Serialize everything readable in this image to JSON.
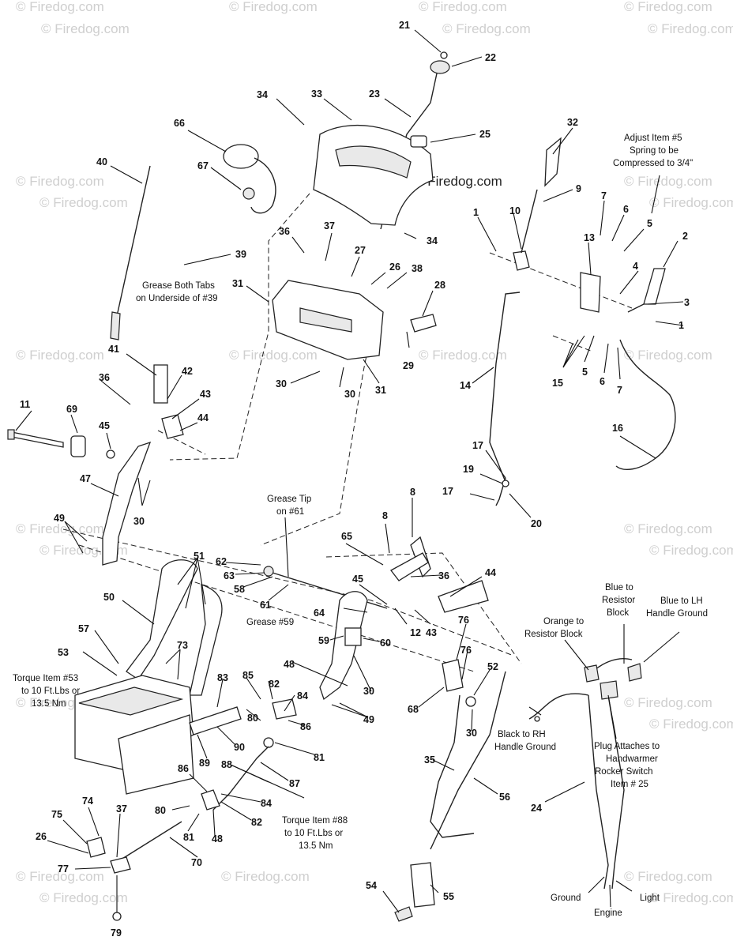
{
  "watermark": {
    "text": "© Firedog.com",
    "main_text": "© Firedog.com"
  },
  "part_labels": [
    "21",
    "22",
    "34",
    "33",
    "23",
    "25",
    "66",
    "67",
    "40",
    "32",
    "9",
    "10",
    "1",
    "7",
    "6",
    "5",
    "36",
    "37",
    "27",
    "26",
    "38",
    "28",
    "39",
    "31",
    "30",
    "29",
    "13",
    "4",
    "2",
    "3",
    "15",
    "14",
    "16",
    "41",
    "42",
    "43",
    "44",
    "11",
    "69",
    "45",
    "47",
    "17",
    "19",
    "20",
    "8",
    "65",
    "62",
    "63",
    "58",
    "61",
    "64",
    "59",
    "60",
    "12",
    "76",
    "52",
    "68",
    "35",
    "56",
    "49",
    "50",
    "51",
    "57",
    "53",
    "73",
    "83",
    "85",
    "82",
    "84",
    "48",
    "80",
    "86",
    "81",
    "89",
    "90",
    "88",
    "87",
    "74",
    "75",
    "55",
    "54",
    "24",
    "79",
    "77",
    "70"
  ],
  "notes": {
    "adjust_item": [
      "Adjust Item #5",
      "Spring to be",
      "Compressed to 3/4\""
    ],
    "grease_tabs": [
      "Grease Both Tabs",
      "on Underside of #39"
    ],
    "grease_tip": [
      "Grease Tip",
      "on #61"
    ],
    "grease_59": "Grease #59",
    "torque_53": [
      "Torque Item #53",
      "to 10 Ft.Lbs or",
      "13.5 Nm"
    ],
    "torque_88": [
      "Torque Item #88",
      "to 10 Ft.Lbs or",
      "13.5 Nm"
    ],
    "blue_resistor": [
      "Blue to",
      "Resistor",
      "Block"
    ],
    "blue_lh": [
      "Blue to LH",
      "Handle Ground"
    ],
    "orange_resistor": [
      "Orange to",
      "Resistor Block"
    ],
    "black_rh": [
      "Black to RH",
      "Handle Ground"
    ],
    "plug_attaches": [
      "Plug Attaches to",
      "Handwarmer",
      "Rocker Switch",
      "Item # 25"
    ],
    "ground": "Ground",
    "light": "Light",
    "engine": "Engine"
  }
}
